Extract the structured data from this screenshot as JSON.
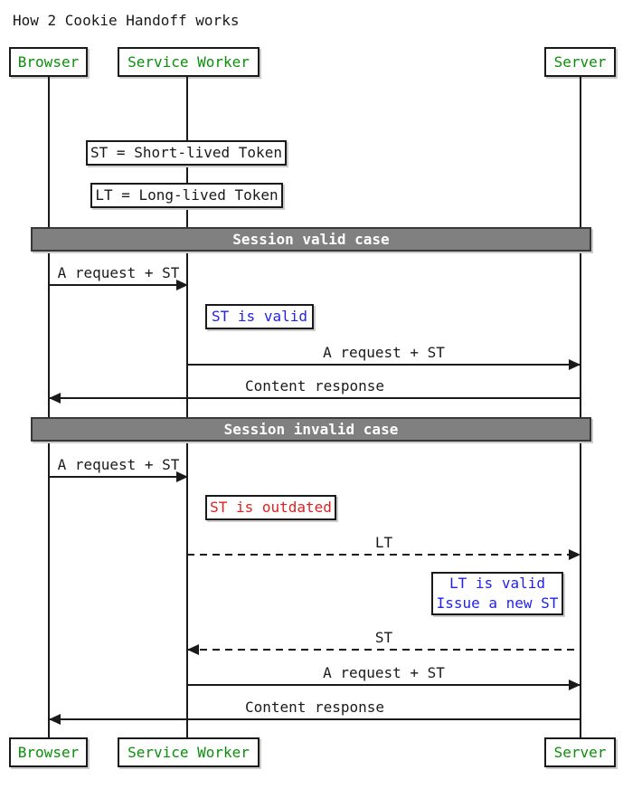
{
  "title": "How 2 Cookie Handoff works",
  "participants": {
    "browser": "Browser",
    "service_worker": "Service Worker",
    "server": "Server"
  },
  "legend": {
    "st": "ST = Short-lived Token",
    "lt": "LT = Long-lived Token"
  },
  "dividers": {
    "valid": "Session valid case",
    "invalid": "Session invalid case"
  },
  "messages": [
    {
      "label": "A request + ST",
      "from": "Browser",
      "to": "Service Worker",
      "style": "solid"
    },
    {
      "label": "A request + ST",
      "from": "Service Worker",
      "to": "Server",
      "style": "solid"
    },
    {
      "label": "Content response",
      "from": "Server",
      "to": "Browser",
      "style": "solid"
    },
    {
      "label": "A request + ST",
      "from": "Browser",
      "to": "Service Worker",
      "style": "solid"
    },
    {
      "label": "LT",
      "from": "Service Worker",
      "to": "Server",
      "style": "dashed"
    },
    {
      "label": "ST",
      "from": "Server",
      "to": "Service Worker",
      "style": "dashed"
    },
    {
      "label": "A request + ST",
      "from": "Service Worker",
      "to": "Server",
      "style": "solid"
    },
    {
      "label": "Content response",
      "from": "Server",
      "to": "Browser",
      "style": "solid"
    }
  ],
  "notes": {
    "st_valid": "ST is valid",
    "st_outdated": "ST is outdated",
    "lt_valid_line1": "LT is valid",
    "lt_valid_line2": "Issue a new ST"
  },
  "colors": {
    "participant_text": "#0a8f0a",
    "note_info": "#2222ee",
    "note_error": "#e02020",
    "divider_bg": "#808080",
    "divider_text": "#ffffff",
    "line": "#1a1a1a"
  }
}
